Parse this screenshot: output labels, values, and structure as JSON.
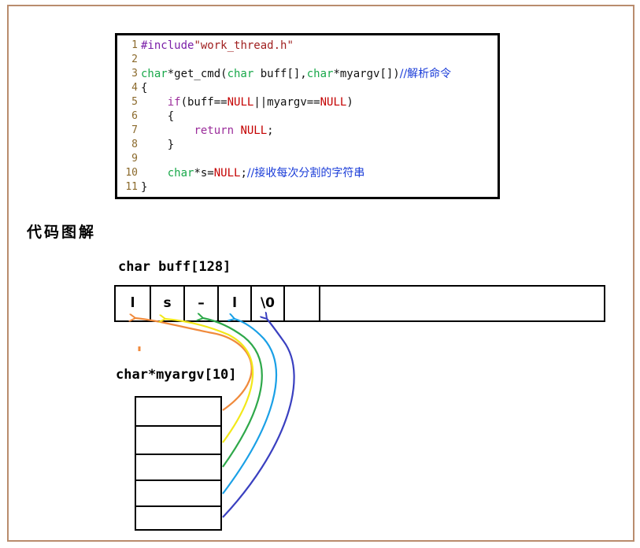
{
  "code": {
    "lines": [
      {
        "n": "1",
        "parts": [
          {
            "t": "#include",
            "c": "k-pre"
          },
          {
            "t": "\"work_thread.h\"",
            "c": "k-str"
          }
        ]
      },
      {
        "n": "2",
        "parts": []
      },
      {
        "n": "3",
        "parts": [
          {
            "t": "char",
            "c": "k-type"
          },
          {
            "t": "*get_cmd(",
            "c": "k-plain"
          },
          {
            "t": "char",
            "c": "k-type"
          },
          {
            "t": " buff[],",
            "c": "k-plain"
          },
          {
            "t": "char",
            "c": "k-type"
          },
          {
            "t": "*myargv[])",
            "c": "k-plain"
          },
          {
            "t": "//解析命令",
            "c": "k-com"
          }
        ]
      },
      {
        "n": "4",
        "parts": [
          {
            "t": "{",
            "c": "k-plain"
          }
        ]
      },
      {
        "n": "5",
        "parts": [
          {
            "t": "    ",
            "c": "k-plain"
          },
          {
            "t": "if",
            "c": "k-ctl"
          },
          {
            "t": "(buff==",
            "c": "k-plain"
          },
          {
            "t": "NULL",
            "c": "k-null"
          },
          {
            "t": "||myargv==",
            "c": "k-plain"
          },
          {
            "t": "NULL",
            "c": "k-null"
          },
          {
            "t": ")",
            "c": "k-plain"
          }
        ]
      },
      {
        "n": "6",
        "parts": [
          {
            "t": "    {",
            "c": "k-plain"
          }
        ]
      },
      {
        "n": "7",
        "parts": [
          {
            "t": "        ",
            "c": "k-plain"
          },
          {
            "t": "return",
            "c": "k-ctl"
          },
          {
            "t": " ",
            "c": "k-plain"
          },
          {
            "t": "NULL",
            "c": "k-null"
          },
          {
            "t": ";",
            "c": "k-plain"
          }
        ]
      },
      {
        "n": "8",
        "parts": [
          {
            "t": "    }",
            "c": "k-plain"
          }
        ]
      },
      {
        "n": "9",
        "parts": []
      },
      {
        "n": "10",
        "parts": [
          {
            "t": "    ",
            "c": "k-plain"
          },
          {
            "t": "char",
            "c": "k-type"
          },
          {
            "t": "*s=",
            "c": "k-plain"
          },
          {
            "t": "NULL",
            "c": "k-null"
          },
          {
            "t": ";",
            "c": "k-plain"
          },
          {
            "t": "//接收每次分割的字符串",
            "c": "k-com"
          }
        ]
      },
      {
        "n": "11",
        "parts": [
          {
            "t": "}",
            "c": "k-plain"
          }
        ]
      }
    ]
  },
  "diagram": {
    "heading": "代码图解",
    "buff_label": "char buff[128]",
    "buff_cells": [
      "l",
      "s",
      "–",
      "l",
      "\\0",
      ""
    ],
    "argv_label": "char*myargv[10]",
    "argv_rows": 5,
    "arrow_colors": [
      "#f08a3c",
      "#f2e81a",
      "#2ea84a",
      "#1aa0e6",
      "#3a40c0"
    ],
    "stray_mark_color": "#f08a3c"
  }
}
